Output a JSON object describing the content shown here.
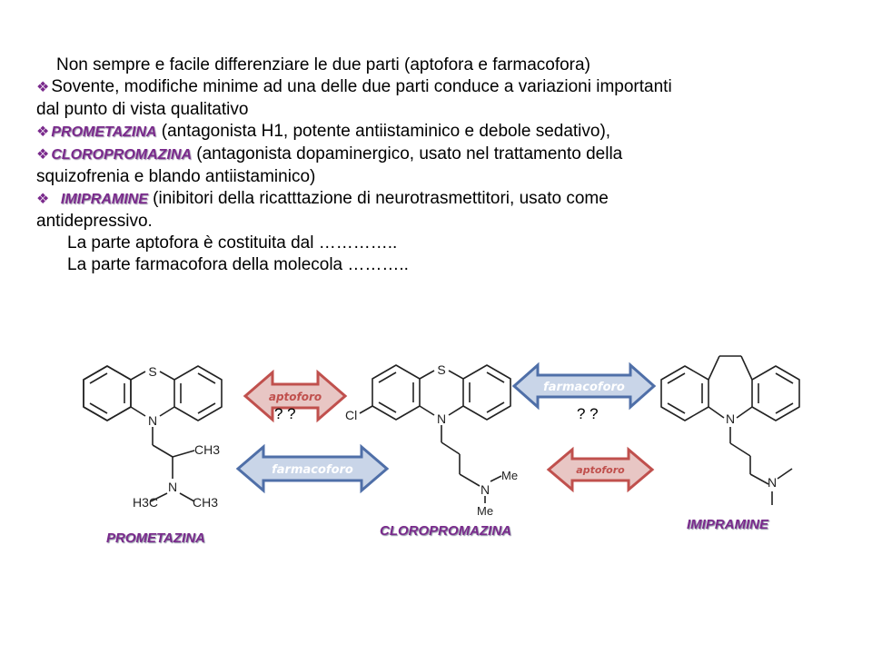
{
  "text": {
    "line1": "Non sempre e facile differenziare le due parti (aptofora e farmacofora)",
    "bullet_glyph": "❖",
    "line2a": "Sovente, modifiche minime ad una delle due parti conduce a variazioni importanti",
    "line2b": "dal punto di vista qualitativo",
    "prometazina_label": "PROMETAZINA",
    "prometazina_desc": " (antagonista H1, potente antiistaminico e debole sedativo),",
    "cloropromazina_label": "CLOROPROMAZINA",
    "cloropromazina_desc": " (antagonista dopaminergico, usato nel trattamento della",
    "cloropromazina_desc2": "squizofrenia e blando antiistaminico)",
    "imipramine_label": "IMIPRAMINE",
    "imipramine_desc": " (inibitori della ricatttazione di neurotrasmettitori, usato come",
    "imipramine_desc2": "antidepressivo.",
    "line_apto": "La parte aptofora è costituita dal …………..",
    "line_farmaco": "La parte farmacofora della molecola ………..",
    "question_left": "? ?",
    "question_right": "? ?"
  },
  "arrows": {
    "top_left": "aptoforo",
    "bottom_left": "farmacoforo",
    "top_right": "farmacoforo",
    "bottom_right": "aptoforo"
  },
  "molecules": {
    "prometazina": {
      "name": "PROMETAZINA",
      "s": "S",
      "n": "N",
      "ch3": "CH3",
      "h3c": "H3C",
      "n2": "N",
      "ch3b": "CH3"
    },
    "cloropromazina": {
      "name": "CLOROPROMAZINA",
      "s": "S",
      "cl": "Cl",
      "n": "N",
      "n2": "N",
      "me1": "Me",
      "me2": "Me"
    },
    "imipramine": {
      "name": "IMIPRAMINE",
      "n": "N",
      "n2": "N"
    }
  },
  "colors": {
    "bullet": "#7a2a8c",
    "arrow_red": "#c0504d",
    "arrow_blue": "#4f6fa8",
    "arrow_pink_fill": "#e8c6c4",
    "arrow_blue_fill": "#c9d5e8"
  }
}
